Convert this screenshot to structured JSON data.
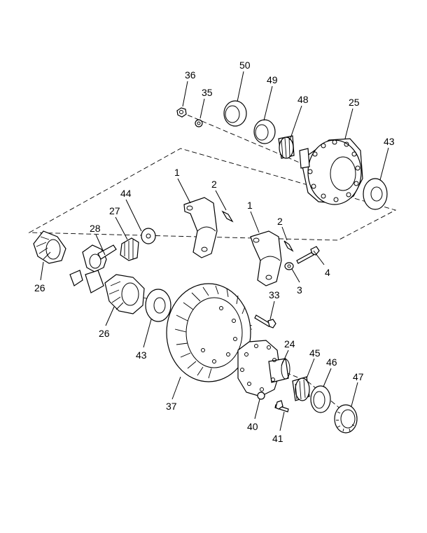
{
  "callouts": [
    "36",
    "35",
    "50",
    "49",
    "48",
    "25",
    "43",
    "1",
    "2",
    "44",
    "27",
    "28",
    "1",
    "2",
    "4",
    "3",
    "26",
    "33",
    "26",
    "43",
    "24",
    "45",
    "46",
    "47",
    "37",
    "40",
    "41"
  ]
}
